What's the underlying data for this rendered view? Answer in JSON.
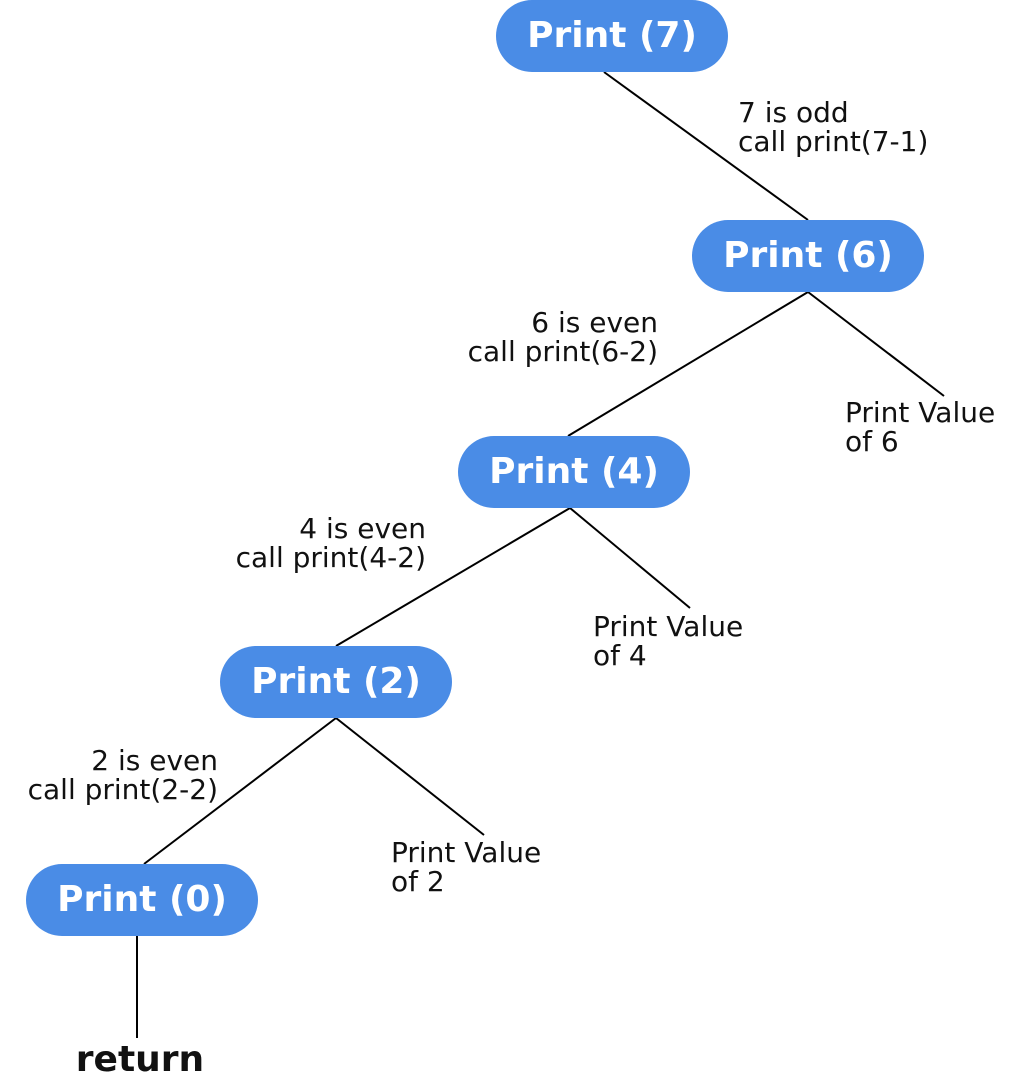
{
  "diagram": {
    "nodes": {
      "print7": "Print (7)",
      "print6": "Print (6)",
      "print4": "Print (4)",
      "print2": "Print (2)",
      "print0": "Print (0)"
    },
    "edge_labels": {
      "odd7": {
        "line1": "7 is odd",
        "line2": "call print(7-1)"
      },
      "even6": {
        "line1": "6 is even",
        "line2": "call print(6-2)"
      },
      "even4": {
        "line1": "4 is even",
        "line2": "call print(4-2)"
      },
      "even2": {
        "line1": "2 is even",
        "line2": "call print(2-2)"
      }
    },
    "leaves": {
      "value6": {
        "line1": "Print Value",
        "line2": "of 6"
      },
      "value4": {
        "line1": "Print Value",
        "line2": "of 4"
      },
      "value2": {
        "line1": "Print Value",
        "line2": "of 2"
      }
    },
    "terminal": "return",
    "colors": {
      "node_fill": "#4a8ce6",
      "node_text": "#ffffff",
      "line": "#000000",
      "text": "#111111"
    }
  }
}
